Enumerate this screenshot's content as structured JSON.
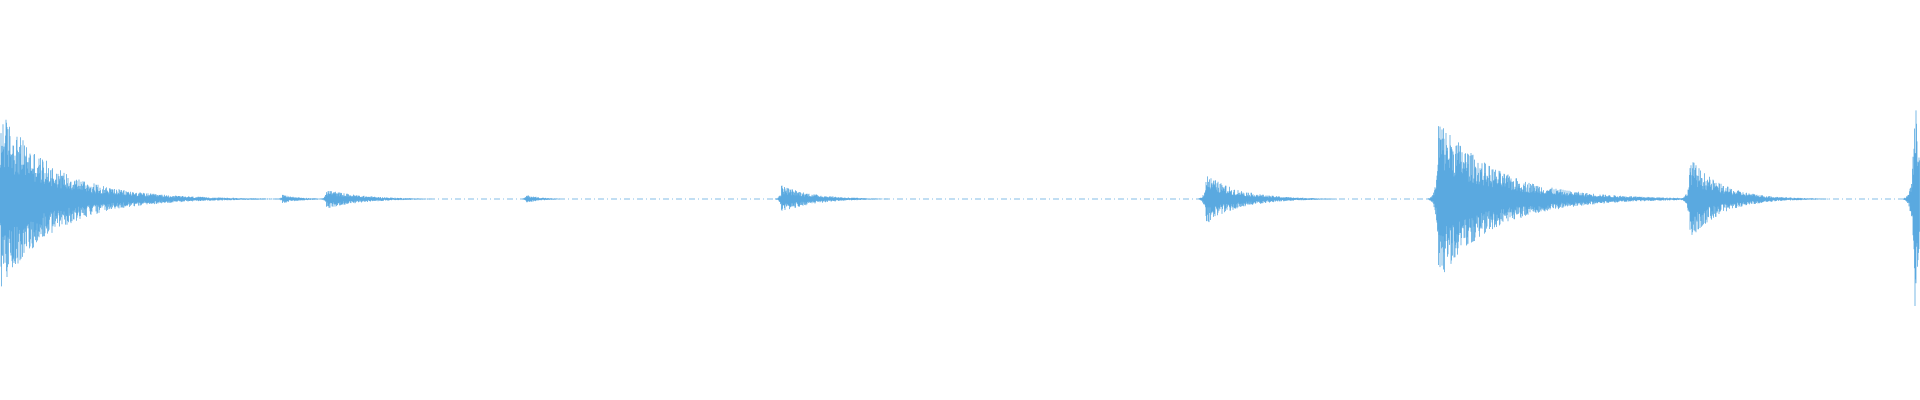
{
  "chart_data": {
    "type": "area",
    "title": "",
    "xlabel": "",
    "ylabel": "",
    "xlim": [
      0,
      1
    ],
    "ylim": [
      -1,
      1
    ],
    "grid": false,
    "legend": "none",
    "color": "#5aa9e0",
    "series": [
      {
        "name": "",
        "envelope": {
          "floor": 0.003,
          "events": [
            {
              "t": 0.0005,
              "peak": 0.63,
              "decay": 0.028
            },
            {
              "t": 0.0105,
              "peak": 0.22,
              "decay": 0.02
            },
            {
              "t": 0.147,
              "peak": 0.03,
              "decay": 0.01
            },
            {
              "t": 0.17,
              "peak": 0.07,
              "decay": 0.018
            },
            {
              "t": 0.274,
              "peak": 0.03,
              "decay": 0.008
            },
            {
              "t": 0.407,
              "peak": 0.1,
              "decay": 0.016
            },
            {
              "t": 0.628,
              "peak": 0.18,
              "decay": 0.017
            },
            {
              "t": 0.749,
              "peak": 0.58,
              "decay": 0.03
            },
            {
              "t": 0.756,
              "peak": 0.14,
              "decay": 0.012
            },
            {
              "t": 0.88,
              "peak": 0.3,
              "decay": 0.016
            },
            {
              "t": 0.997,
              "peak": 0.93,
              "decay": 0.004
            }
          ]
        }
      }
    ]
  }
}
